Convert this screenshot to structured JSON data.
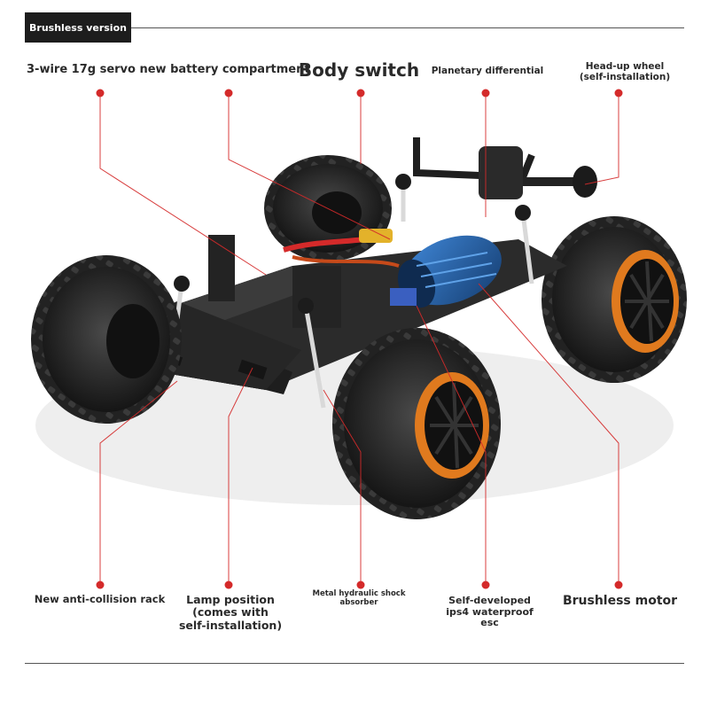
{
  "header": {
    "badge": "Brushless version"
  },
  "callouts_top": [
    {
      "text": "3-wire 17g servo new battery compartment"
    },
    {
      "text": "Body switch"
    },
    {
      "text": "Planetary differential"
    },
    {
      "lines": [
        "Head-up wheel",
        "(self-installation)"
      ]
    }
  ],
  "callouts_bottom": [
    {
      "text": "New anti-collision rack"
    },
    {
      "lines": [
        "Lamp position",
        "(comes with",
        "self-installation)"
      ]
    },
    {
      "lines": [
        "Metal hydraulic shock",
        "absorber"
      ]
    },
    {
      "lines": [
        "Self-developed",
        "ips4 waterproof",
        "esc"
      ]
    },
    {
      "text": "Brushless motor"
    }
  ],
  "colors": {
    "accent": "#d42a2a",
    "wheel_rim": "#e07a1e",
    "motor": "#1f5fa8",
    "chassis": "#2b2b2b"
  }
}
